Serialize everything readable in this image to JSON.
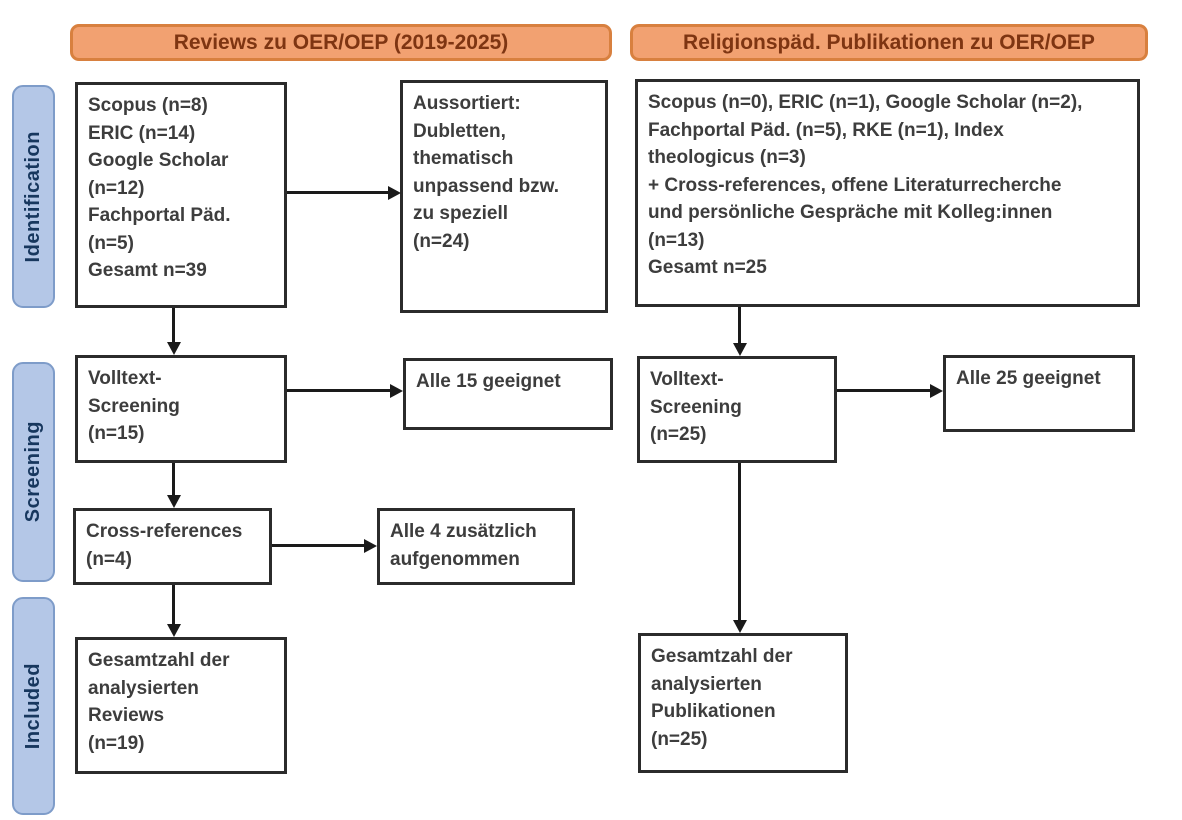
{
  "colors": {
    "orange_fill": "#F2A171",
    "orange_border": "#D8803F",
    "orange_text": "#7E3512",
    "blue_fill": "#B4C7E7",
    "blue_border": "#7E9CC9",
    "blue_text": "#17375E",
    "box_border": "#2B2B2B",
    "arrow": "#1A1A1A"
  },
  "headers": {
    "left": "Reviews zu OER/OEP (2019-2025)",
    "right": "Religionspäd. Publikationen zu OER/OEP"
  },
  "stages": {
    "identification": "Identification",
    "screening": "Screening",
    "included": "Included"
  },
  "boxes": {
    "left_sources": {
      "lines": [
        "Scopus (n=8)",
        "ERIC (n=14)",
        "Google Scholar",
        "(n=12)",
        "Fachportal Päd.",
        "(n=5)",
        "Gesamt n=39"
      ]
    },
    "left_excluded": {
      "lines": [
        "Aussortiert:",
        "Dubletten,",
        "thematisch",
        "unpassend bzw.",
        "zu speziell",
        "(n=24)"
      ]
    },
    "right_sources": {
      "lines": [
        "Scopus (n=0), ERIC (n=1), Google Scholar (n=2),",
        "Fachportal Päd. (n=5), RKE (n=1), Index",
        "theologicus (n=3)",
        "+ Cross-references, offene Literaturrecherche",
        "und persönliche Gespräche mit Kolleg:innen",
        "(n=13)",
        "Gesamt n=25"
      ]
    },
    "left_fulltext": {
      "lines": [
        "Volltext-",
        "Screening",
        "(n=15)"
      ]
    },
    "left_fulltext_result": {
      "lines": [
        "Alle 15 geeignet"
      ]
    },
    "right_fulltext": {
      "lines": [
        "Volltext-",
        "Screening",
        "(n=25)"
      ]
    },
    "right_fulltext_result": {
      "lines": [
        "Alle 25 geeignet"
      ]
    },
    "left_crossref": {
      "lines": [
        "Cross-references",
        "(n=4)"
      ]
    },
    "left_crossref_result": {
      "lines": [
        "Alle 4 zusätzlich",
        "aufgenommen"
      ]
    },
    "left_included": {
      "lines": [
        "Gesamtzahl der",
        "analysierten",
        "Reviews",
        "(n=19)"
      ]
    },
    "right_included": {
      "lines": [
        "Gesamtzahl der",
        "analysierten",
        "Publikationen",
        "(n=25)"
      ]
    }
  }
}
